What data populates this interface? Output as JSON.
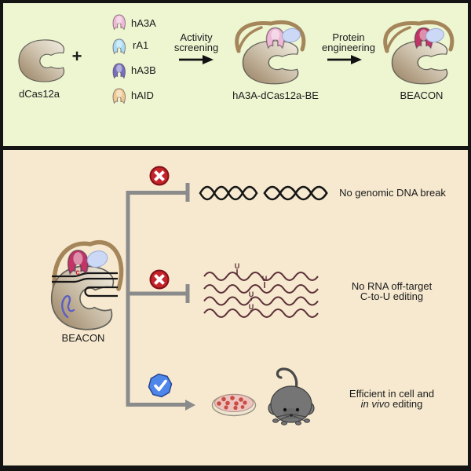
{
  "top": {
    "dcas12a_label": "dCas12a",
    "plus_sign": "+",
    "deaminases": [
      {
        "label": "hA3A",
        "fill": "#edb9d5"
      },
      {
        "label": "rA1",
        "fill": "#a9dcf2"
      },
      {
        "label": "hA3B",
        "fill": "#7570bd"
      },
      {
        "label": "hAID",
        "fill": "#eeca92"
      }
    ],
    "arrow1_label": "Activity screening",
    "complex1_label": "hA3A-dCas12a-BE",
    "arrow2_label": "Protein engineering",
    "complex2_label": "BEACON"
  },
  "bottom": {
    "beacon_label": "BEACON",
    "edited_base_letter": "c",
    "rna_edit_letter": "U",
    "outcomes": [
      {
        "status": "blocked",
        "icon": "cross-circle-icon",
        "line1": "No genomic DNA break",
        "line2": ""
      },
      {
        "status": "blocked",
        "icon": "cross-circle-icon",
        "line1": "No RNA off-target",
        "line2": "C-to-U editing"
      },
      {
        "status": "allowed",
        "icon": "check-octagon-icon",
        "line1": "Efficient in cell and",
        "line2_italic": "in vivo",
        "line2_rest": "editing"
      }
    ]
  },
  "colors": {
    "top_panel_bg": "#edf5d1",
    "bottom_panel_bg": "#f6e9cf",
    "frame": "#141414",
    "protein_dark": "#967e5e",
    "protein_light": "#f3efe3",
    "crrna_loop": "#a5855a",
    "branch_gray": "#8b8b8b",
    "blocked_red": "#c5242a",
    "allowed_blue": "#4e86ea",
    "rna_strand": "#5d3038",
    "beacon_deaminase": "#c03566",
    "adaptor_oval": "#ccd9f6",
    "dna_black": "#161616"
  }
}
